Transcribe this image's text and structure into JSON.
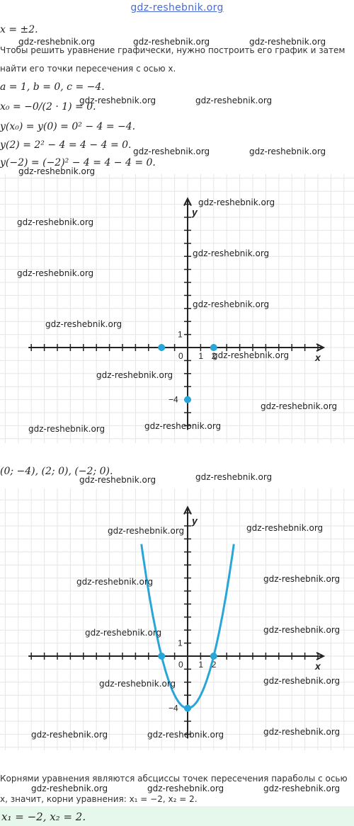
{
  "header": {
    "link": "gdz-reshebnik.org"
  },
  "solution": {
    "line_x_roots": "x = ±2.",
    "intro_line1": "Чтобы решить уравнение графически, нужно построить его график и затем",
    "intro_line2": "найти его точки пересечения с осью x.",
    "coeffs": "a = 1,  b = 0,  c = −4.",
    "x0": "x₀ = −0/(2 · 1) = 0.",
    "y_x0": "y(x₀) = y(0) = 0² − 4 = −4.",
    "y2": "y(2) = 2² − 4 = 4 − 4 = 0.",
    "y_minus2": "y(−2) = (−2)² − 4 = 4 − 4 = 0.",
    "points": "(0; −4),  (2; 0),  (−2; 0).",
    "conclusion_line1": "Корнями уравнения являются абсциссы точек пересечения параболы с осью",
    "conclusion_line2": "x, значит, корни уравнения: x₁ = −2, x₂ = 2.",
    "answer": "x₁ = −2, x₂ = 2."
  },
  "graph_labels": {
    "axis_x": "x",
    "axis_y": "y",
    "origin": "0",
    "tick_1": "1",
    "tick_2": "2",
    "tick_y1": "1",
    "tick_y_minus4": "−4"
  },
  "watermark": "gdz-reshebnik.org",
  "colors": {
    "curve": "#29a6d8",
    "grid": "#e6e6e6",
    "axis": "#222222",
    "answer_bg": "#e6f7ec"
  },
  "chart_data": [
    {
      "type": "scatter",
      "title": "",
      "xlabel": "x",
      "ylabel": "y",
      "points": [
        {
          "x": -2,
          "y": 0
        },
        {
          "x": 2,
          "y": 0
        },
        {
          "x": 0,
          "y": -4
        }
      ],
      "xlim": [
        -12,
        10
      ],
      "ylim": [
        -6,
        11
      ],
      "grid": true
    },
    {
      "type": "line",
      "title": "",
      "xlabel": "x",
      "ylabel": "y",
      "function": "y = x^2 - 4",
      "points": [
        {
          "x": -2,
          "y": 0
        },
        {
          "x": 2,
          "y": 0
        },
        {
          "x": 0,
          "y": -4
        }
      ],
      "xlim": [
        -12,
        10
      ],
      "ylim": [
        -6,
        11
      ],
      "grid": true
    }
  ]
}
